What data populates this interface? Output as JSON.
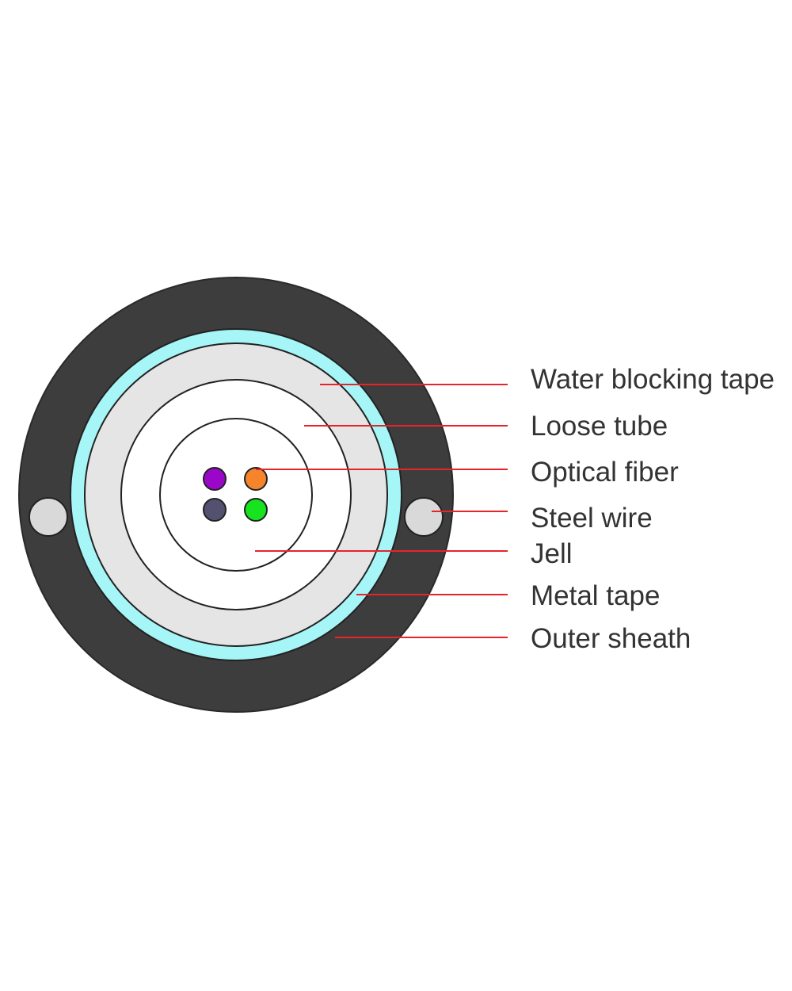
{
  "diagram": {
    "labels": {
      "water_blocking_tape": "Water blocking tape",
      "loose_tube": "Loose tube",
      "optical_fiber": "Optical fiber",
      "steel_wire": "Steel wire",
      "jell": "Jell",
      "metal_tape": "Metal tape",
      "outer_sheath": "Outer sheath"
    },
    "colors": {
      "outer_sheath": "#3d3d3d",
      "metal_tape": "#a6f5f7",
      "water_blocking_tape": "#e5e5e5",
      "loose_tube": "#ffffff",
      "steel_wire": "#d9d9d9",
      "leader_line": "#e8232a",
      "fiber_purple": "#9b07c9",
      "fiber_orange": "#f5842b",
      "fiber_slate": "#545170",
      "fiber_green": "#18e31f"
    }
  }
}
